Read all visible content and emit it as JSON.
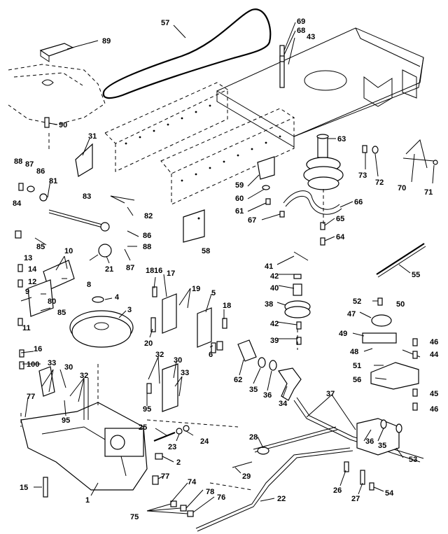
{
  "diagram": {
    "callouts": [
      {
        "id": "c89",
        "text": "89"
      },
      {
        "id": "c57",
        "text": "57"
      },
      {
        "id": "c69",
        "text": "69"
      },
      {
        "id": "c68",
        "text": "68"
      },
      {
        "id": "c43",
        "text": "43"
      },
      {
        "id": "c90",
        "text": "90"
      },
      {
        "id": "c31",
        "text": "31"
      },
      {
        "id": "c63",
        "text": "63"
      },
      {
        "id": "c73",
        "text": "73"
      },
      {
        "id": "c72",
        "text": "72"
      },
      {
        "id": "c70",
        "text": "70"
      },
      {
        "id": "c71",
        "text": "71"
      },
      {
        "id": "c88a",
        "text": "88"
      },
      {
        "id": "c87a",
        "text": "87"
      },
      {
        "id": "c86a",
        "text": "86"
      },
      {
        "id": "c81",
        "text": "81"
      },
      {
        "id": "c83",
        "text": "83"
      },
      {
        "id": "c82",
        "text": "82"
      },
      {
        "id": "c59",
        "text": "59"
      },
      {
        "id": "c60",
        "text": "60"
      },
      {
        "id": "c61",
        "text": "61"
      },
      {
        "id": "c67b",
        "text": "67"
      },
      {
        "id": "c66",
        "text": "66"
      },
      {
        "id": "c65",
        "text": "65"
      },
      {
        "id": "c64",
        "text": "64"
      },
      {
        "id": "c84",
        "text": "84"
      },
      {
        "id": "c85a",
        "text": "85"
      },
      {
        "id": "c86b",
        "text": "86"
      },
      {
        "id": "c88b",
        "text": "88"
      },
      {
        "id": "c87b",
        "text": "87"
      },
      {
        "id": "c21",
        "text": "21"
      },
      {
        "id": "c58",
        "text": "58"
      },
      {
        "id": "c10",
        "text": "10"
      },
      {
        "id": "c13",
        "text": "13"
      },
      {
        "id": "c14",
        "text": "14"
      },
      {
        "id": "c12",
        "text": "12"
      },
      {
        "id": "c9",
        "text": "9"
      },
      {
        "id": "c8",
        "text": "8"
      },
      {
        "id": "c80",
        "text": "80"
      },
      {
        "id": "c85b",
        "text": "85"
      },
      {
        "id": "c11",
        "text": "11"
      },
      {
        "id": "c41",
        "text": "41"
      },
      {
        "id": "c42a",
        "text": "42"
      },
      {
        "id": "c40",
        "text": "40"
      },
      {
        "id": "c38",
        "text": "38"
      },
      {
        "id": "c42b",
        "text": "42"
      },
      {
        "id": "c39",
        "text": "39"
      },
      {
        "id": "c55",
        "text": "55"
      },
      {
        "id": "c52",
        "text": "52"
      },
      {
        "id": "c50",
        "text": "50"
      },
      {
        "id": "c47",
        "text": "47"
      },
      {
        "id": "c49",
        "text": "49"
      },
      {
        "id": "c48",
        "text": "48"
      },
      {
        "id": "c46a",
        "text": "46"
      },
      {
        "id": "c44",
        "text": "44"
      },
      {
        "id": "c51",
        "text": "51"
      },
      {
        "id": "c56",
        "text": "56"
      },
      {
        "id": "c45",
        "text": "45"
      },
      {
        "id": "c46b",
        "text": "46"
      },
      {
        "id": "c16",
        "text": "16"
      },
      {
        "id": "c17",
        "text": "17"
      },
      {
        "id": "c4",
        "text": "4"
      },
      {
        "id": "c3",
        "text": "3"
      },
      {
        "id": "c19",
        "text": "19"
      },
      {
        "id": "c5",
        "text": "5"
      },
      {
        "id": "c18a",
        "text": "18"
      },
      {
        "id": "c18b",
        "text": "18"
      },
      {
        "id": "c20",
        "text": "20"
      },
      {
        "id": "c6",
        "text": "6"
      },
      {
        "id": "c62",
        "text": "62"
      },
      {
        "id": "c35a",
        "text": "35"
      },
      {
        "id": "c36a",
        "text": "36"
      },
      {
        "id": "c34",
        "text": "34"
      },
      {
        "id": "c16b",
        "text": "16"
      },
      {
        "id": "c100",
        "text": "100"
      },
      {
        "id": "c33a",
        "text": "33"
      },
      {
        "id": "c30a",
        "text": "30"
      },
      {
        "id": "c32a",
        "text": "32"
      },
      {
        "id": "c32b",
        "text": "32"
      },
      {
        "id": "c30b",
        "text": "30"
      },
      {
        "id": "c33b",
        "text": "33"
      },
      {
        "id": "c77a",
        "text": "77"
      },
      {
        "id": "c95a",
        "text": "95"
      },
      {
        "id": "c95b",
        "text": "95"
      },
      {
        "id": "c37",
        "text": "37"
      },
      {
        "id": "c25",
        "text": "25"
      },
      {
        "id": "c23",
        "text": "23"
      },
      {
        "id": "c24",
        "text": "24"
      },
      {
        "id": "c28",
        "text": "28"
      },
      {
        "id": "c36b",
        "text": "36"
      },
      {
        "id": "c35b",
        "text": "35"
      },
      {
        "id": "c53",
        "text": "53"
      },
      {
        "id": "c2",
        "text": "2"
      },
      {
        "id": "c77b",
        "text": "77"
      },
      {
        "id": "c29",
        "text": "29"
      },
      {
        "id": "c74",
        "text": "74"
      },
      {
        "id": "c78",
        "text": "78"
      },
      {
        "id": "c76",
        "text": "76"
      },
      {
        "id": "c15",
        "text": "15"
      },
      {
        "id": "c1",
        "text": "1"
      },
      {
        "id": "c75",
        "text": "75"
      },
      {
        "id": "c22",
        "text": "22"
      },
      {
        "id": "c26",
        "text": "26"
      },
      {
        "id": "c27",
        "text": "27"
      },
      {
        "id": "c54",
        "text": "54"
      }
    ]
  }
}
